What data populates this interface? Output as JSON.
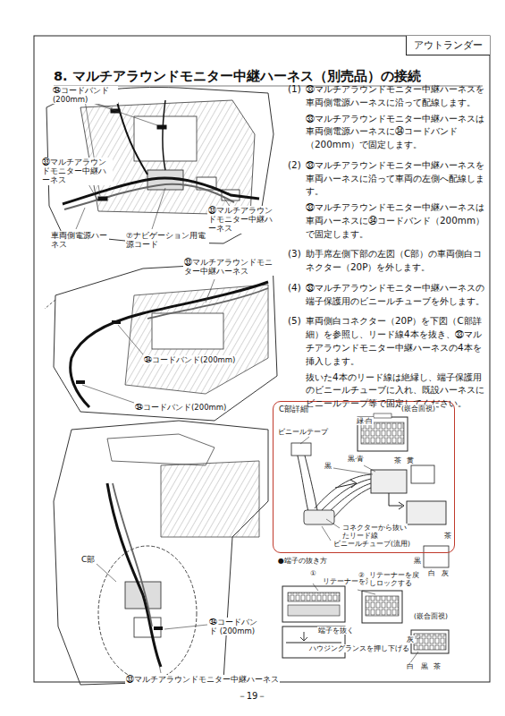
{
  "diagram": {
    "title": "8. マルチアラウンドモニター中継ハーネス（別売品）の接続",
    "nodes": [
      {
        "text": [
          "アウトランダー"
        ]
      },
      {
        "text": [
          "C部詳細"
        ]
      }
    ],
    "labels": [
      "(1)",
      "㉝マルチアラウンドモニター中継ハーネスを車両側電源ハーネスに沿って配線します。",
      "㉝マルチアラウンドモニター中継ハーネスは車両側電源ハーネスに㉞コードバンド（200mm）で固定します。",
      "(2)",
      "㉝マルチアラウンドモニター中継ハーネスを車両ハーネスに沿って車両の左側へ配線します。",
      "㉝マルチアラウンドモニター中継ハーネスは車両ハーネスに㉞コードバンド（200mm）で固定します。",
      "(3)",
      "助手席左側下部の左図（C部）の車両側白コネクター（20P）を外します。",
      "(4)",
      "㉝マルチアラウンドモニター中継ハーネスの端子保護用のビニールチューブを外します。",
      "(5)",
      "車両側白コネクター（20P）を下図（C部詳細）を参照し、リード線4本を抜き、㉝マルチアラウンドモニター中継ハーネスの4本を挿入します。",
      "抜いた4本のリード線は絶縁し、端子保護用のビニールチューブに入れ、既設ハーネスにビニールテープ等で固定してください。",
      "㉞コードバンド (200mm)",
      "㉝マルチアラウンドモニター中継ハーネス",
      "㉝マルチアラウンドモニター中継ハーネス",
      "車両側電源ハーネス",
      "⑦ナビゲーション用電源コード",
      "㉝マルチアラウンドモニター中継ハーネス",
      "㉞コードバンド(200mm)",
      "㉞コードバンド(200mm)",
      "C部",
      "㉞コードバンド (200mm)",
      "㉝マルチアラウンドモニター中継ハーネス",
      "(嵌合面視)",
      "緑·白",
      "黒",
      "黒·青",
      "茶",
      "黄",
      "ビニールテープ",
      "コネクターから抜いたリード線",
      "ビニールチューブ(流用)",
      "茶",
      "黒",
      "白",
      "灰",
      "●端子の抜き方",
      "①",
      "リテーナーを浮かす",
      "②",
      "リテーナーを戻しロックする",
      "端子を抜く",
      "ハウジングランスを押し下げる",
      "(嵌合面視)",
      "灰",
      "白",
      "黒",
      "茶",
      "－19－"
    ]
  }
}
